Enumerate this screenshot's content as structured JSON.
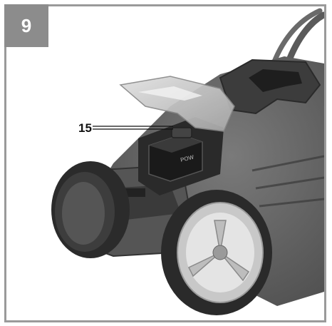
{
  "figure": {
    "number": "9"
  },
  "callouts": [
    {
      "label": "15"
    }
  ],
  "illustration": {
    "subject": "lawn-mower-battery-compartment",
    "battery_text": "POW"
  }
}
